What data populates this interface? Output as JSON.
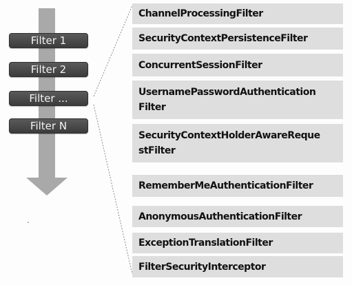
{
  "left_filters": [
    "Filter 1",
    "Filter 2",
    "Filter ...",
    "Filter N"
  ],
  "chain_filters": [
    [
      "ChannelProcessingFilter"
    ],
    [
      "SecurityContextPersistenceFilter"
    ],
    [
      "ConcurrentSessionFilter"
    ],
    [
      "UsernamePasswordAuthentication",
      "Filter"
    ],
    [
      "SecurityContextHolderAwareReque",
      "stFilter"
    ],
    [
      "RememberMeAuthenticationFilter"
    ],
    [
      "AnonymousAuthenticationFilter"
    ],
    [
      "ExceptionTranslationFilter"
    ],
    [
      "FilterSecurityInterceptor"
    ]
  ],
  "colors": {
    "arrow": "#a9a9a9",
    "pill_bg": "#4a4a4a",
    "pill_text": "#f4f4f4",
    "box_bg": "#dedede",
    "box_text": "#111111",
    "connector": "#8a8a8a"
  }
}
